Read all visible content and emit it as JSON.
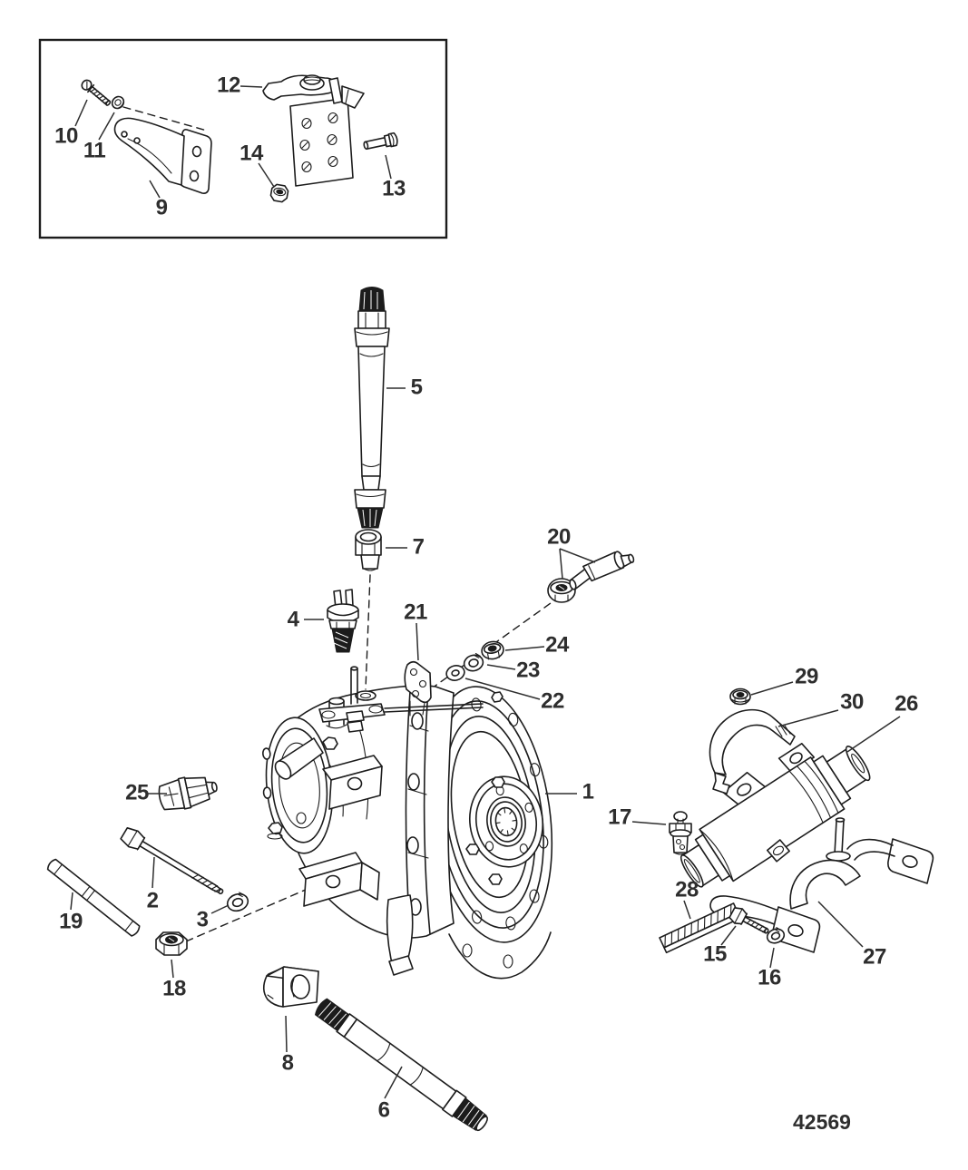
{
  "diagram": {
    "drawing_number": "42569",
    "colors": {
      "background": "#ffffff",
      "line": "#1c1c1c",
      "callout_text": "#2e2e2e"
    },
    "callouts": [
      {
        "part": "1"
      },
      {
        "part": "2"
      },
      {
        "part": "3"
      },
      {
        "part": "4"
      },
      {
        "part": "5"
      },
      {
        "part": "6"
      },
      {
        "part": "7"
      },
      {
        "part": "8"
      },
      {
        "part": "9"
      },
      {
        "part": "10"
      },
      {
        "part": "11"
      },
      {
        "part": "12"
      },
      {
        "part": "13"
      },
      {
        "part": "14"
      },
      {
        "part": "15"
      },
      {
        "part": "16"
      },
      {
        "part": "17"
      },
      {
        "part": "18"
      },
      {
        "part": "19"
      },
      {
        "part": "20"
      },
      {
        "part": "21"
      },
      {
        "part": "22"
      },
      {
        "part": "23"
      },
      {
        "part": "24"
      },
      {
        "part": "25"
      },
      {
        "part": "26"
      },
      {
        "part": "27"
      },
      {
        "part": "28"
      },
      {
        "part": "29"
      },
      {
        "part": "30"
      }
    ]
  }
}
